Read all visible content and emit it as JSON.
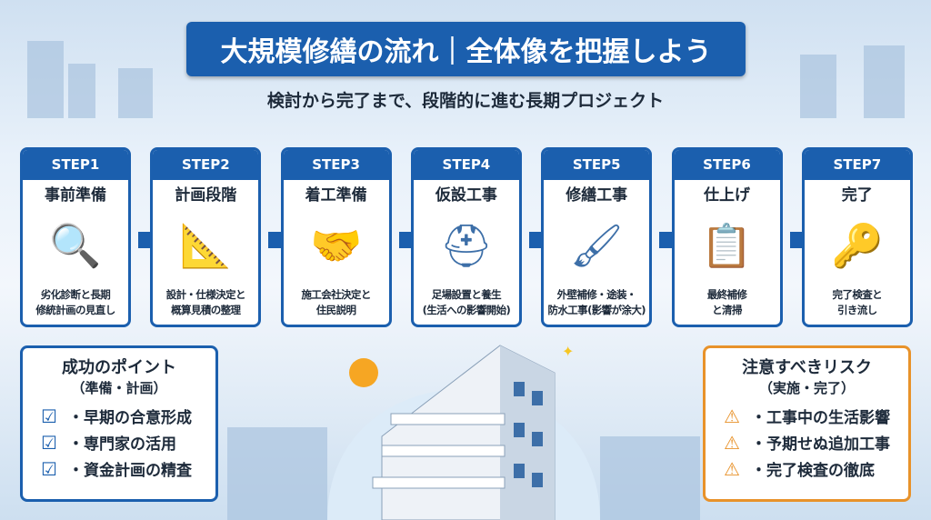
{
  "header": {
    "title": "大規模修繕の流れ｜全体像を把握しよう",
    "subtitle": "検討から完了まで、段階的に進む長期プロジェクト"
  },
  "steps": [
    {
      "label": "STEP1",
      "name": "事前準備",
      "desc1": "劣化診断と長期",
      "desc2": "修統計画の見直し",
      "icon": "building-magnifier-icon"
    },
    {
      "label": "STEP2",
      "name": "計画段階",
      "desc1": "設計・仕様決定と",
      "desc2": "概算見積の整理",
      "icon": "blueprint-calculator-icon"
    },
    {
      "label": "STEP3",
      "name": "着工準備",
      "desc1": "施工会社決定と",
      "desc2": "住民説明",
      "icon": "handshake-meeting-icon"
    },
    {
      "label": "STEP4",
      "name": "仮設工事",
      "desc1": "足場設置と養生",
      "desc2": "(生活への影響開始)",
      "icon": "scaffold-helmet-icon"
    },
    {
      "label": "STEP5",
      "name": "修繕工事",
      "desc1": "外壁補修・途装・",
      "desc2": "防水工事(影響が涂大)",
      "icon": "roller-trowel-icon"
    },
    {
      "label": "STEP6",
      "name": "仕上げ",
      "desc1": "最終補修",
      "desc2": "と清掃",
      "icon": "checklist-brush-icon"
    },
    {
      "label": "STEP7",
      "name": "完了",
      "desc1": "完了検査と",
      "desc2": "引き流し",
      "icon": "keys-certificate-icon"
    }
  ],
  "success": {
    "title": "成功のポイント",
    "subtitle": "（準備・計画）",
    "items": [
      "・早期の合意形成",
      "・専門家の活用",
      "・資金計画の精査"
    ]
  },
  "risks": {
    "title": "注意すべきリスク",
    "subtitle": "（実施・完了）",
    "items": [
      "・工事中の生活影響",
      "・予期せぬ追加工事",
      "・完了検査の徹底"
    ]
  },
  "colors": {
    "primary": "#1b5fae",
    "warning": "#e8922a"
  }
}
